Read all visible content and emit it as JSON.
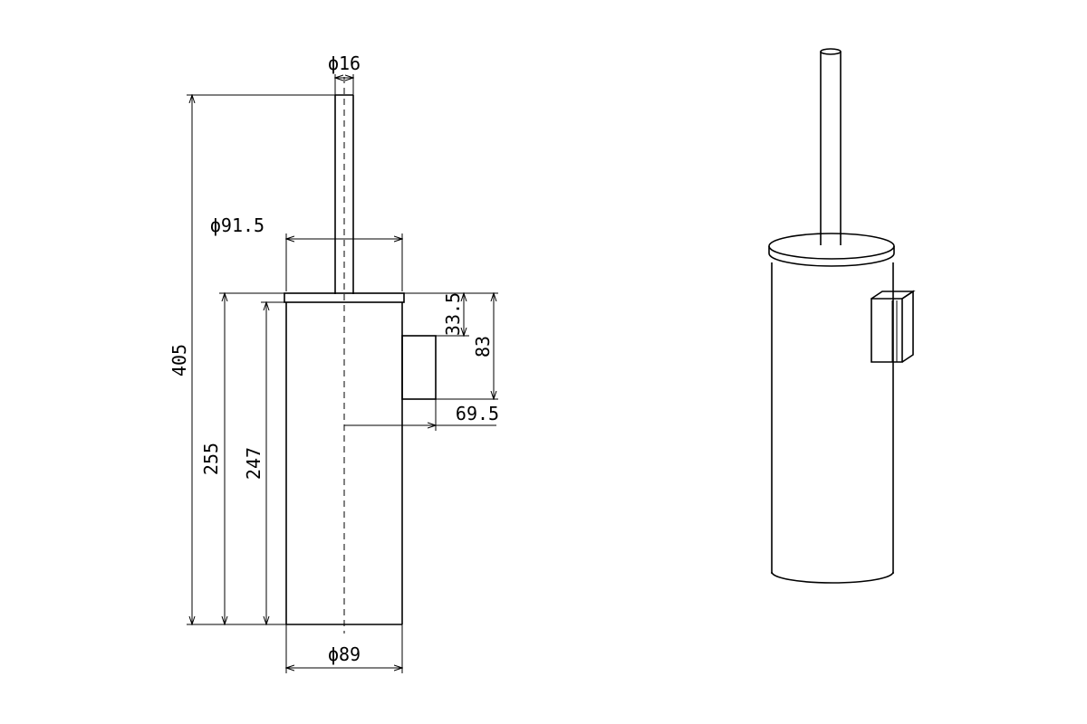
{
  "drawing": {
    "dimensions": {
      "rod_diameter": "ϕ16",
      "lid_diameter": "ϕ91.5",
      "overall_height": "405",
      "body_height": "255",
      "inner_height": "247",
      "bracket_top_offset": "33.5",
      "bracket_height": "83",
      "bracket_offset": "69.5",
      "base_diameter": "ϕ89"
    }
  }
}
